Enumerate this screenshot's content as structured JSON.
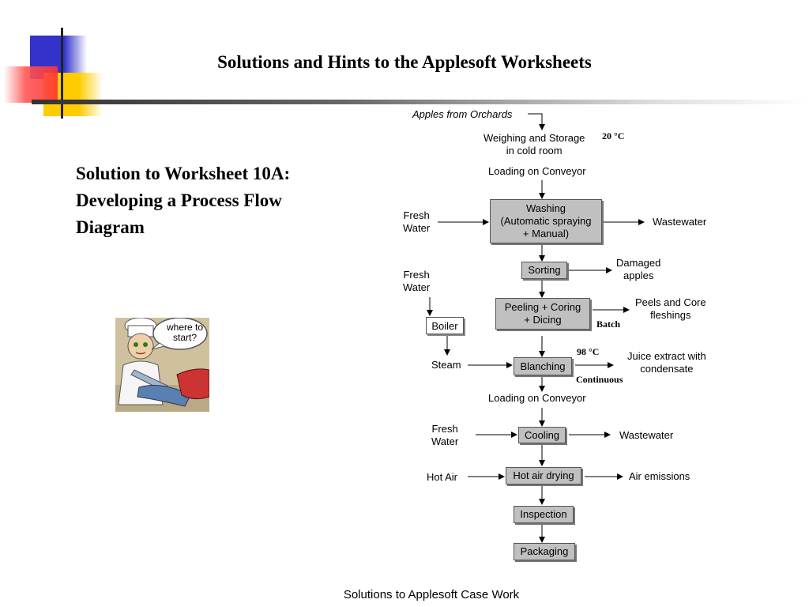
{
  "slide": {
    "title": "Solutions and Hints to the Applesoft Worksheets",
    "subtitle_lines": [
      "Solution to Worksheet 10A:",
      "Developing a Process Flow",
      "Diagram"
    ],
    "footer": "Solutions to Applesoft Case Work"
  },
  "cartoon": {
    "speech": [
      "where to",
      "start?"
    ]
  },
  "flow": {
    "source": "Apples from Orchards",
    "weighing": [
      "Weighing and Storage",
      "in cold room"
    ],
    "temp_storage": "20 °C",
    "loading1": "Loading on Conveyor",
    "washing": [
      "Washing",
      "(Automatic spraying",
      "+ Manual)"
    ],
    "fresh_water_1": [
      "Fresh",
      "Water"
    ],
    "wastewater_1": "Wastewater",
    "sorting": "Sorting",
    "damaged": [
      "Damaged",
      "apples"
    ],
    "fresh_water_2": [
      "Fresh",
      "Water"
    ],
    "boiler": "Boiler",
    "peeling": [
      "Peeling + Coring",
      "+ Dicing"
    ],
    "peels": [
      "Peels and Core",
      "fleshings"
    ],
    "batch": "Batch",
    "steam": "Steam",
    "temp_blanching": "98 °C",
    "blanching": "Blanching",
    "juice": [
      "Juice extract with",
      "condensate"
    ],
    "continuous": "Continuous",
    "loading2": "Loading on Conveyor",
    "fresh_water_3": [
      "Fresh",
      "Water"
    ],
    "cooling": "Cooling",
    "wastewater_2": "Wastewater",
    "hot_air": "Hot Air",
    "drying": "Hot air drying",
    "air_emissions": "Air emissions",
    "inspection": "Inspection",
    "packaging": "Packaging"
  },
  "colors": {
    "blue": "#3333cc",
    "red": "#ff3333",
    "yellow": "#ffcc00",
    "box_fill": "#c0c0c0"
  }
}
